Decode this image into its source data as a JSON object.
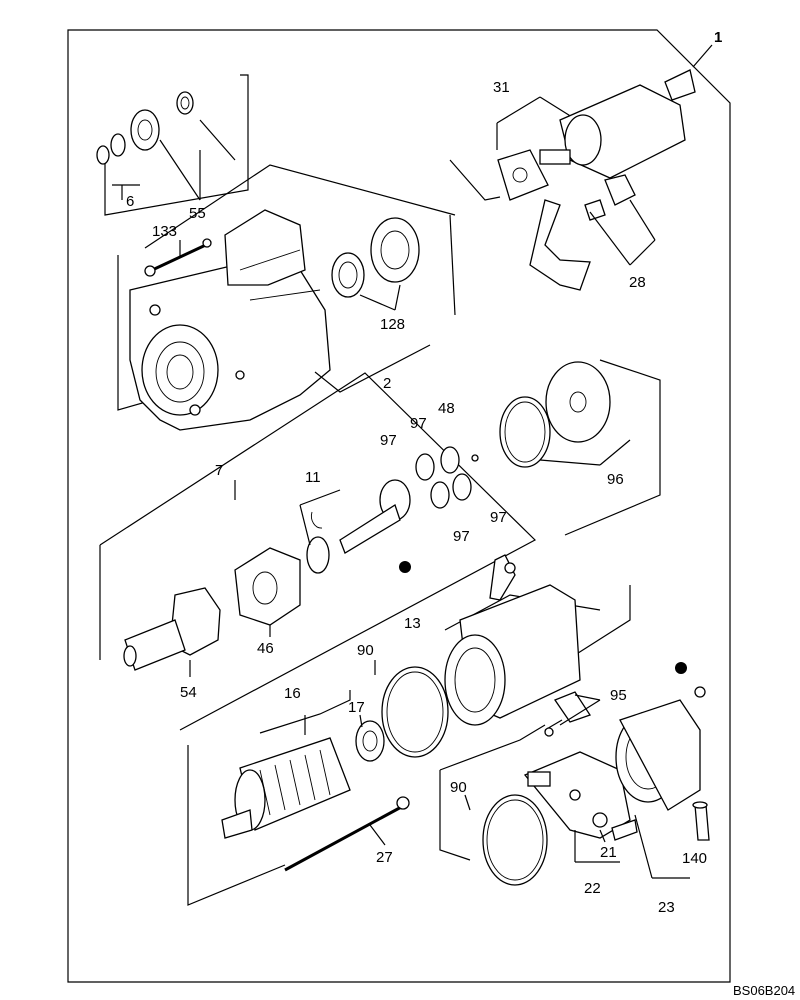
{
  "diagram": {
    "assembly_number": "1",
    "reference_code": "BS06B204",
    "callouts": {
      "c6": "6",
      "c55": "55",
      "c133": "133",
      "c31": "31",
      "c28": "28",
      "c128": "128",
      "c2": "2",
      "c48": "48",
      "c97a": "97",
      "c97b": "97",
      "c97c": "97",
      "c97d": "97",
      "c96": "96",
      "c7": "7",
      "c11": "11",
      "c13": "13",
      "c90a": "90",
      "c46": "46",
      "c54": "54",
      "c95": "95",
      "c16": "16",
      "c17": "17",
      "c90b": "90",
      "c27": "27",
      "c21": "21",
      "c22": "22",
      "c140": "140",
      "c23": "23"
    }
  }
}
